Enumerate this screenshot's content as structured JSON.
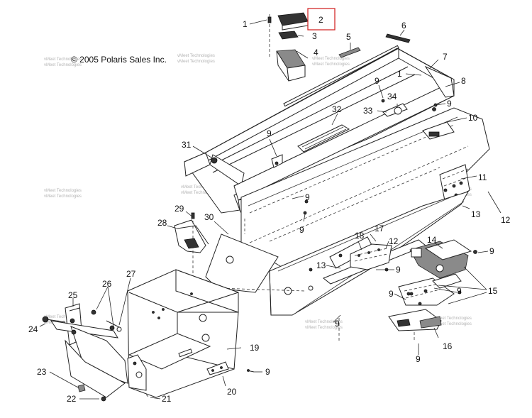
{
  "copyright": "© 2005 Polaris Sales Inc.",
  "watermark": "vMeet Technologies",
  "highlighted_callout": "2",
  "callouts": [
    "1",
    "2",
    "3",
    "4",
    "5",
    "6",
    "7",
    "1",
    "8",
    "9",
    "34",
    "33",
    "9",
    "32",
    "10",
    "9",
    "31",
    "11",
    "9",
    "13",
    "12",
    "29",
    "9",
    "28",
    "30",
    "18",
    "17",
    "12",
    "14",
    "9",
    "13",
    "9",
    "15",
    "9",
    "25",
    "26",
    "27",
    "9",
    "24",
    "16",
    "9",
    "19",
    "23",
    "9",
    "22",
    "21",
    "20"
  ]
}
